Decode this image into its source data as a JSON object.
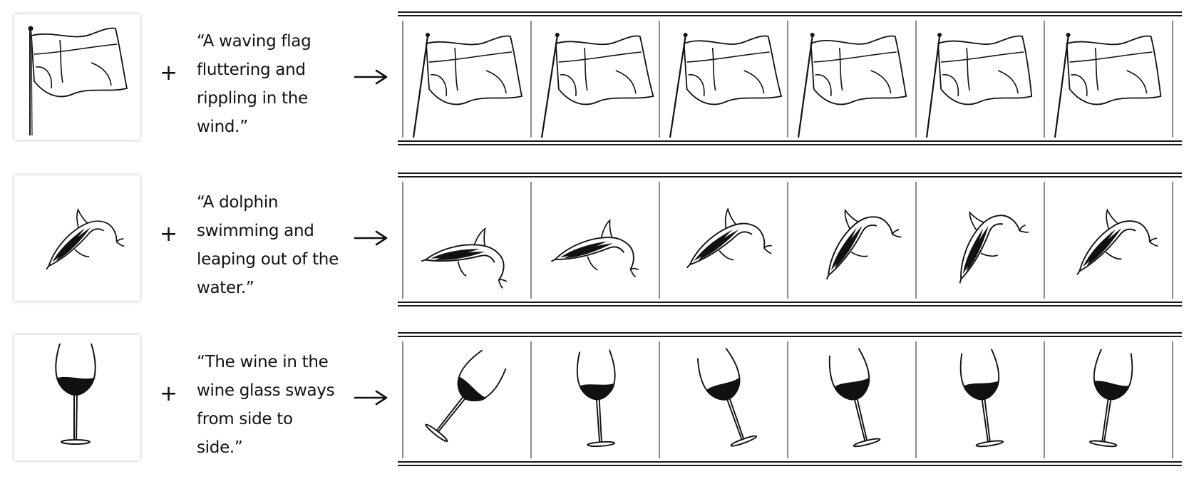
{
  "rows": [
    {
      "subject": "flag",
      "caption": "“A waving flag fluttering and rippling in the wind.”",
      "operator": "+"
    },
    {
      "subject": "dolphin",
      "caption": "“A dolphin swimming and leaping out of the water.”",
      "operator": "+"
    },
    {
      "subject": "wine-glass",
      "caption": "“The wine in the wine glass sways from side to side.”",
      "operator": "+"
    }
  ],
  "frames_per_row": 6,
  "icons": {
    "arrow": "right-arrow-icon",
    "plus": "plus-icon"
  },
  "colors": {
    "ink": "#111111",
    "frame_border": "#8a8a8a",
    "background": "#ffffff"
  }
}
